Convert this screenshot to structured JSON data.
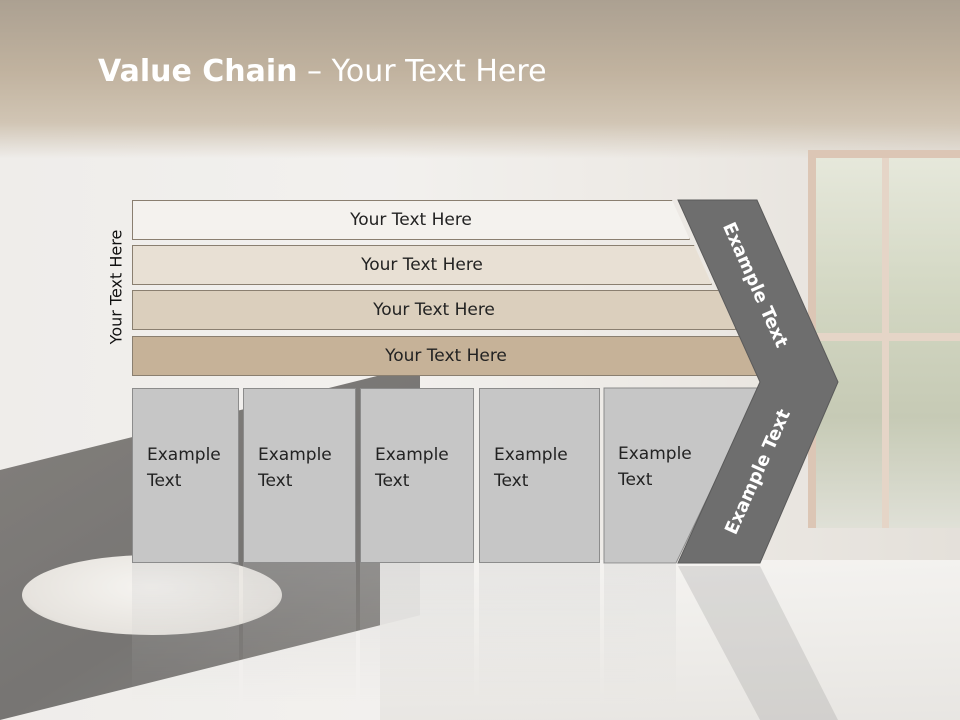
{
  "slide": {
    "title_bold": "Value Chain",
    "title_rest": " – Your Text Here",
    "vertical_label": "Your Text Here"
  },
  "bars": [
    {
      "label": "Your Text Here",
      "color": "#f4f2ee"
    },
    {
      "label": "Your Text Here",
      "color": "#e8e0d4"
    },
    {
      "label": "Your Text Here",
      "color": "#dbcfbd"
    },
    {
      "label": "Your Text Here",
      "color": "#c6b298"
    }
  ],
  "columns": [
    {
      "line1": "Example",
      "line2": "Text"
    },
    {
      "line1": "Example",
      "line2": "Text"
    },
    {
      "line1": "Example",
      "line2": "Text"
    },
    {
      "line1": "Example",
      "line2": "Text"
    },
    {
      "line1": "Example",
      "line2": "Text"
    }
  ],
  "chevron": {
    "upper_text": "Example Text",
    "lower_text": "Example Text",
    "color": "#6e6e6e"
  }
}
